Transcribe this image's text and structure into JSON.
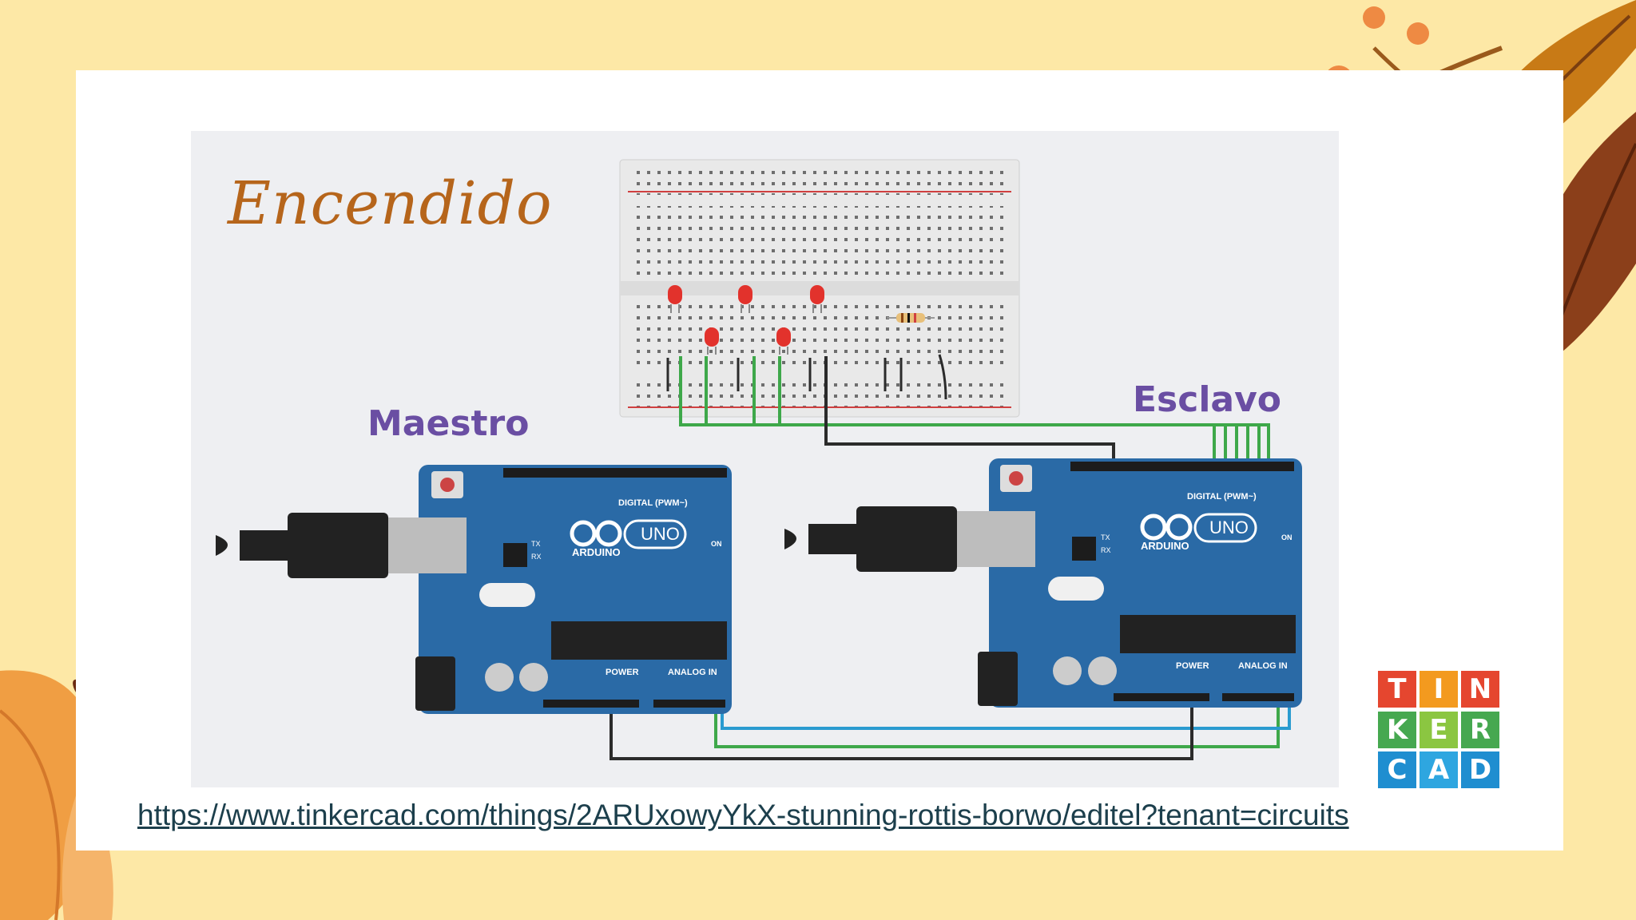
{
  "slide": {
    "title": "Encendido",
    "url": "https://www.tinkercad.com/things/2ARUxowyYkX-stunning-rottis-borwo/editel?tenant=circuits"
  },
  "boards": {
    "master_label": "Maestro",
    "slave_label": "Esclavo",
    "brand_text": "ARDUINO",
    "model_text": "UNO",
    "digital_label": "DIGITAL (PWM~)",
    "power_label": "POWER",
    "analog_label": "ANALOG IN",
    "on_label": "ON",
    "tx_label": "TX",
    "rx_label": "RX"
  },
  "logo": {
    "letters": [
      {
        "ch": "T",
        "color": "#e5462f"
      },
      {
        "ch": "I",
        "color": "#f39a1f"
      },
      {
        "ch": "N",
        "color": "#e5462f"
      },
      {
        "ch": "K",
        "color": "#46a850"
      },
      {
        "ch": "E",
        "color": "#8bc641"
      },
      {
        "ch": "R",
        "color": "#46a850"
      },
      {
        "ch": "C",
        "color": "#1f8ed0"
      },
      {
        "ch": "A",
        "color": "#2ea6e0"
      },
      {
        "ch": "D",
        "color": "#1f8ed0"
      }
    ]
  },
  "colors": {
    "background": "#fde8a6",
    "title": "#b6651b",
    "label": "#6a4ea3",
    "board": "#2a6aa6",
    "wire_green": "#3ea84a",
    "wire_blue": "#2a9bd0",
    "wire_black": "#2b2b2b",
    "led_red": "#e2322c"
  },
  "icons": [
    "leaf-icon",
    "berry-branch-icon",
    "usb-plug-icon",
    "arduino-infinity-icon"
  ]
}
